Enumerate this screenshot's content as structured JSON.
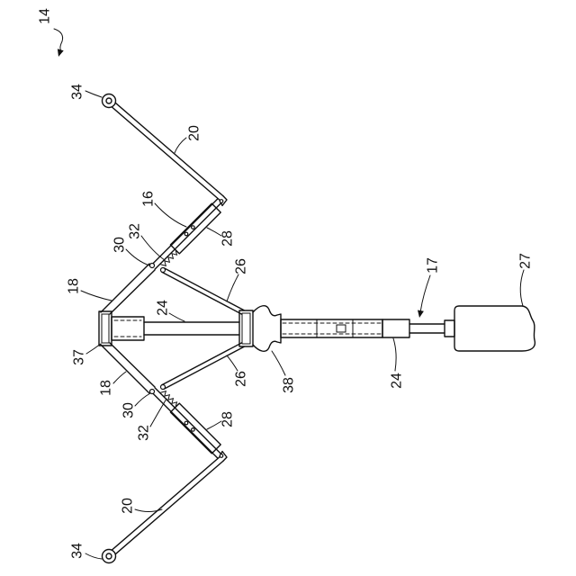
{
  "reference_numerals": {
    "figure_ref": "14",
    "tip_upper": "34",
    "rib_outer_upper": "20",
    "rib_inner_upper": "16",
    "spring_upper": "32",
    "joint_upper": "30",
    "sleeve_upper": "28",
    "stretcher_upper": "26",
    "rib_main_upper": "18",
    "shaft_upper": "24",
    "top_notch": "37",
    "rib_main_lower": "18",
    "joint_lower": "30",
    "spring_lower": "32",
    "sleeve_lower": "28",
    "stretcher_lower": "26",
    "runner": "38",
    "shaft_lower": "24",
    "direction_arrow": "17",
    "handle": "27",
    "rib_outer_lower": "20",
    "tip_lower": "34"
  }
}
